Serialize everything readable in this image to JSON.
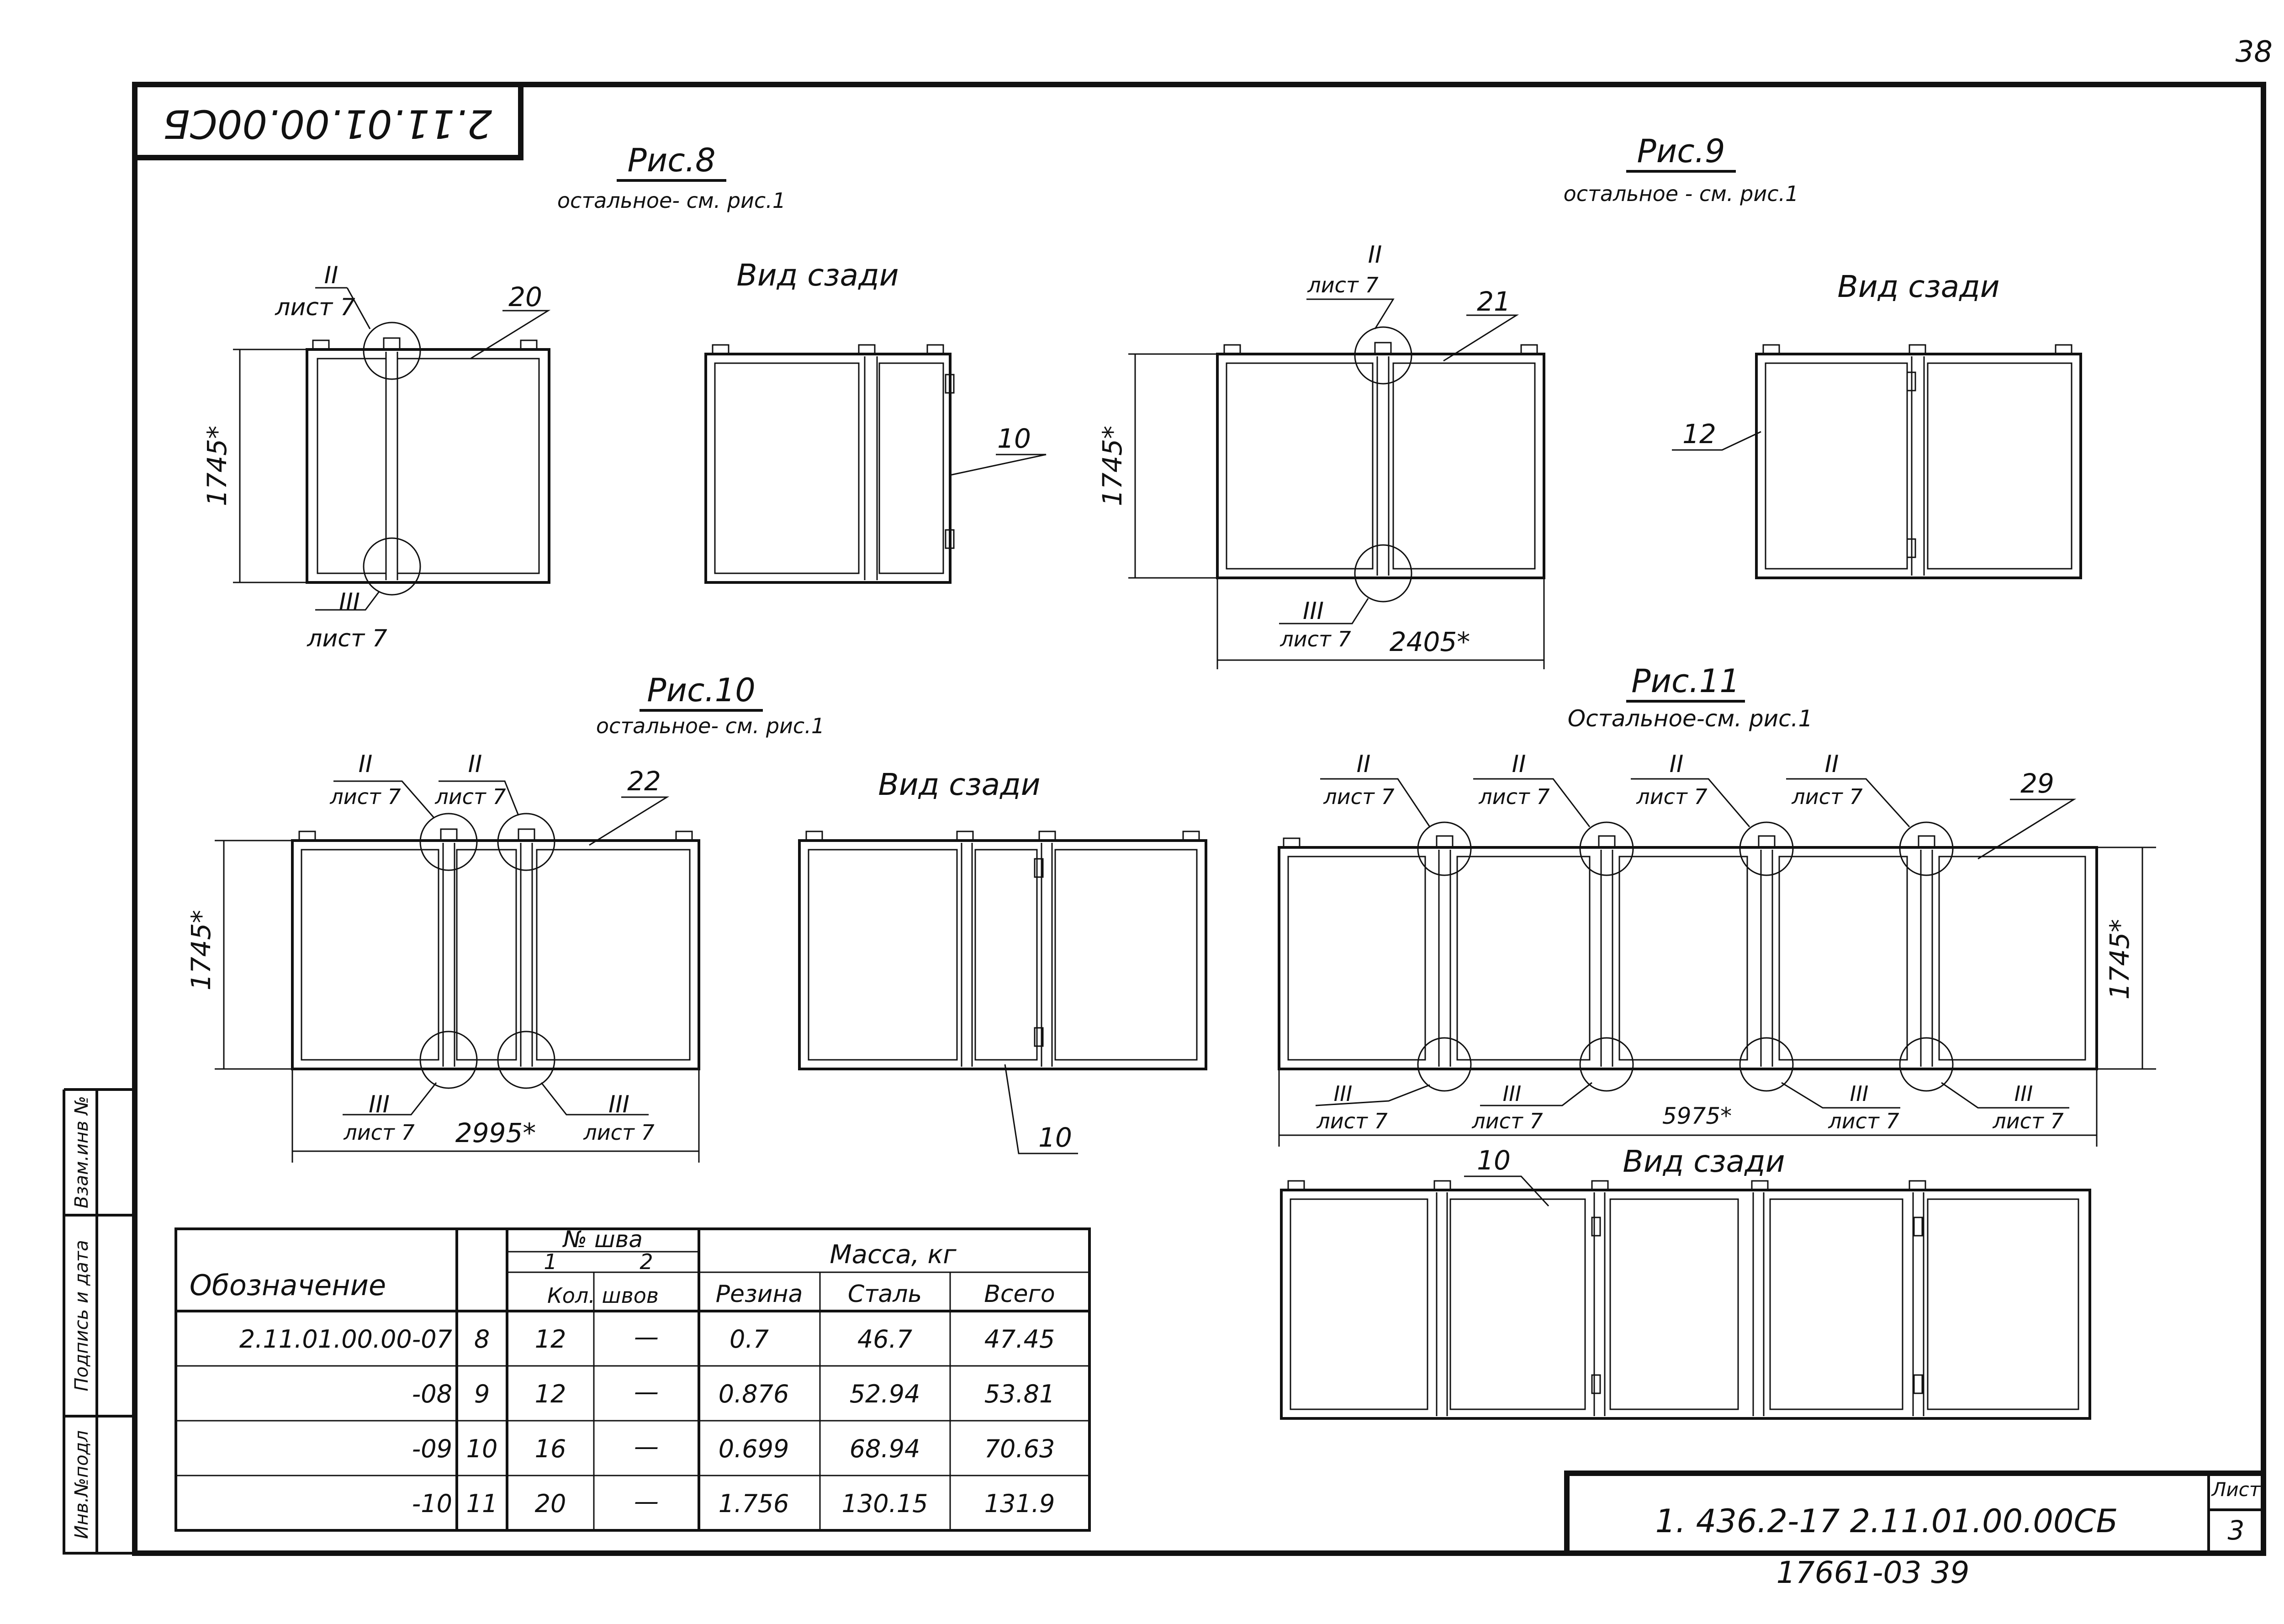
{
  "sheet_corner_number": "38",
  "stamp_code": "2.11.01.00.00СБ",
  "title_block": {
    "designation": "1. 436.2-17  2.11.01.00.00СБ",
    "sheet_label": "Лист",
    "sheet_number": "3",
    "archive_number": "17661-03  39"
  },
  "side_stamp": [
    "Инв.№подл",
    "Подпись и дата",
    "Взам.инв №"
  ],
  "figures": {
    "fig8": {
      "title": "Рис.8",
      "subtitle": "остальное- см. рис.1",
      "rear_view": "Вид сзади",
      "callout_top_num": "II",
      "callout_top_sheet": "лист 7",
      "callout_bot_num": "III",
      "callout_bot_sheet": "лист 7",
      "pos_front": "20",
      "pos_rear": "10",
      "dim_height": "1745*"
    },
    "fig9": {
      "title": "Рис.9",
      "subtitle": "остальное - см. рис.1",
      "rear_view": "Вид сзади",
      "callout_top_num": "II",
      "callout_top_sheet": "лист 7",
      "callout_bot_num": "III",
      "callout_bot_sheet": "лист 7",
      "pos_front": "21",
      "pos_rear": "12",
      "dim_height": "1745*",
      "dim_width": "2405*"
    },
    "fig10": {
      "title": "Рис.10",
      "subtitle": "остальное- см. рис.1",
      "rear_view": "Вид сзади",
      "callout_top_num": "II",
      "callout_top_sheet": "лист 7",
      "callout_bot_num": "III",
      "callout_bot_sheet": "лист 7",
      "pos_front": "22",
      "pos_rear": "10",
      "dim_height": "1745*",
      "dim_width": "2995*"
    },
    "fig11": {
      "title": "Рис.11",
      "subtitle": "Остальное-см. рис.1",
      "rear_view": "Вид сзади",
      "callout_top_num": "II",
      "callout_top_sheet": "лист 7",
      "callout_bot_num": "III",
      "callout_bot_sheet": "лист 7",
      "pos_front": "29",
      "pos_rear": "10",
      "dim_height": "1745*",
      "dim_width": "5975*"
    }
  },
  "table": {
    "col_designation": "Обозначение",
    "col_weld": "№ шва",
    "weld_1": "1",
    "weld_2": "2",
    "weld_count": "Кол. швов",
    "col_mass": "Масса, кг",
    "col_rubber": "Резина",
    "col_steel": "Сталь",
    "col_total": "Всего",
    "rows": [
      {
        "designation": "2.11.01.00.00-07",
        "fig": "8",
        "w1": "12",
        "w2": "—",
        "rubber": "0.7",
        "steel": "46.7",
        "total": "47.45"
      },
      {
        "designation": "-08",
        "fig": "9",
        "w1": "12",
        "w2": "—",
        "rubber": "0.876",
        "steel": "52.94",
        "total": "53.81"
      },
      {
        "designation": "-09",
        "fig": "10",
        "w1": "16",
        "w2": "—",
        "rubber": "0.699",
        "steel": "68.94",
        "total": "70.63"
      },
      {
        "designation": "-10",
        "fig": "11",
        "w1": "20",
        "w2": "—",
        "rubber": "1.756",
        "steel": "130.15",
        "total": "131.9"
      }
    ]
  }
}
